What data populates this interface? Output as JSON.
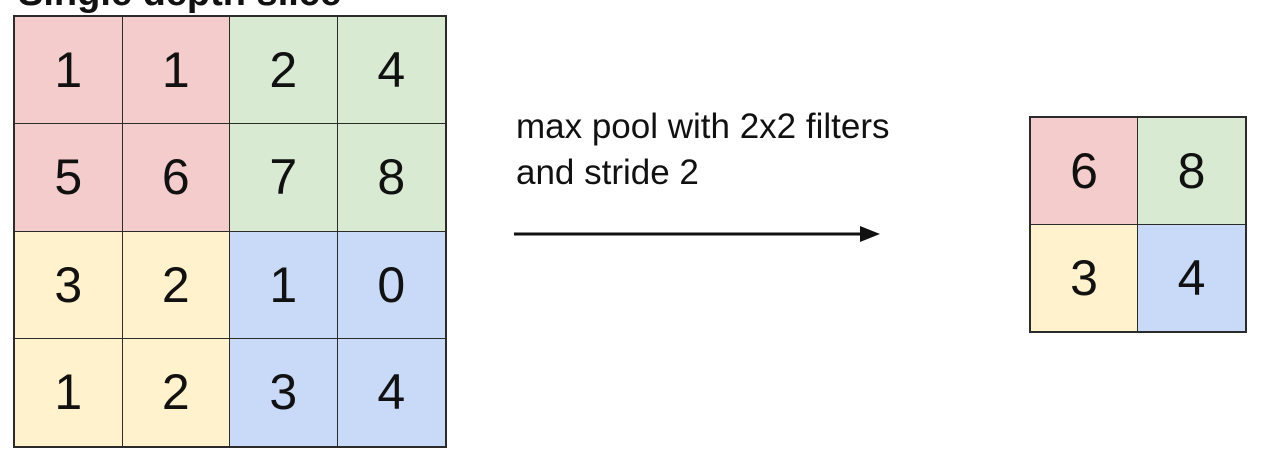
{
  "colors": {
    "red": "#f4cccc",
    "green": "#d9ead3",
    "yellow": "#fff2cc",
    "blue": "#c9daf8",
    "stroke": "#2b2b2b"
  },
  "input_matrix": {
    "rows": [
      [
        1,
        1,
        2,
        4
      ],
      [
        5,
        6,
        7,
        8
      ],
      [
        3,
        2,
        1,
        0
      ],
      [
        1,
        2,
        3,
        4
      ]
    ],
    "quadrant_colors": [
      [
        "red",
        "red",
        "green",
        "green"
      ],
      [
        "red",
        "red",
        "green",
        "green"
      ],
      [
        "yellow",
        "yellow",
        "blue",
        "blue"
      ],
      [
        "yellow",
        "yellow",
        "blue",
        "blue"
      ]
    ]
  },
  "caption": {
    "line1": "max pool with 2x2 filters",
    "line2": "and stride 2"
  },
  "output_matrix": {
    "rows": [
      [
        6,
        8
      ],
      [
        3,
        4
      ]
    ],
    "colors": [
      [
        "red",
        "green"
      ],
      [
        "yellow",
        "blue"
      ]
    ]
  }
}
